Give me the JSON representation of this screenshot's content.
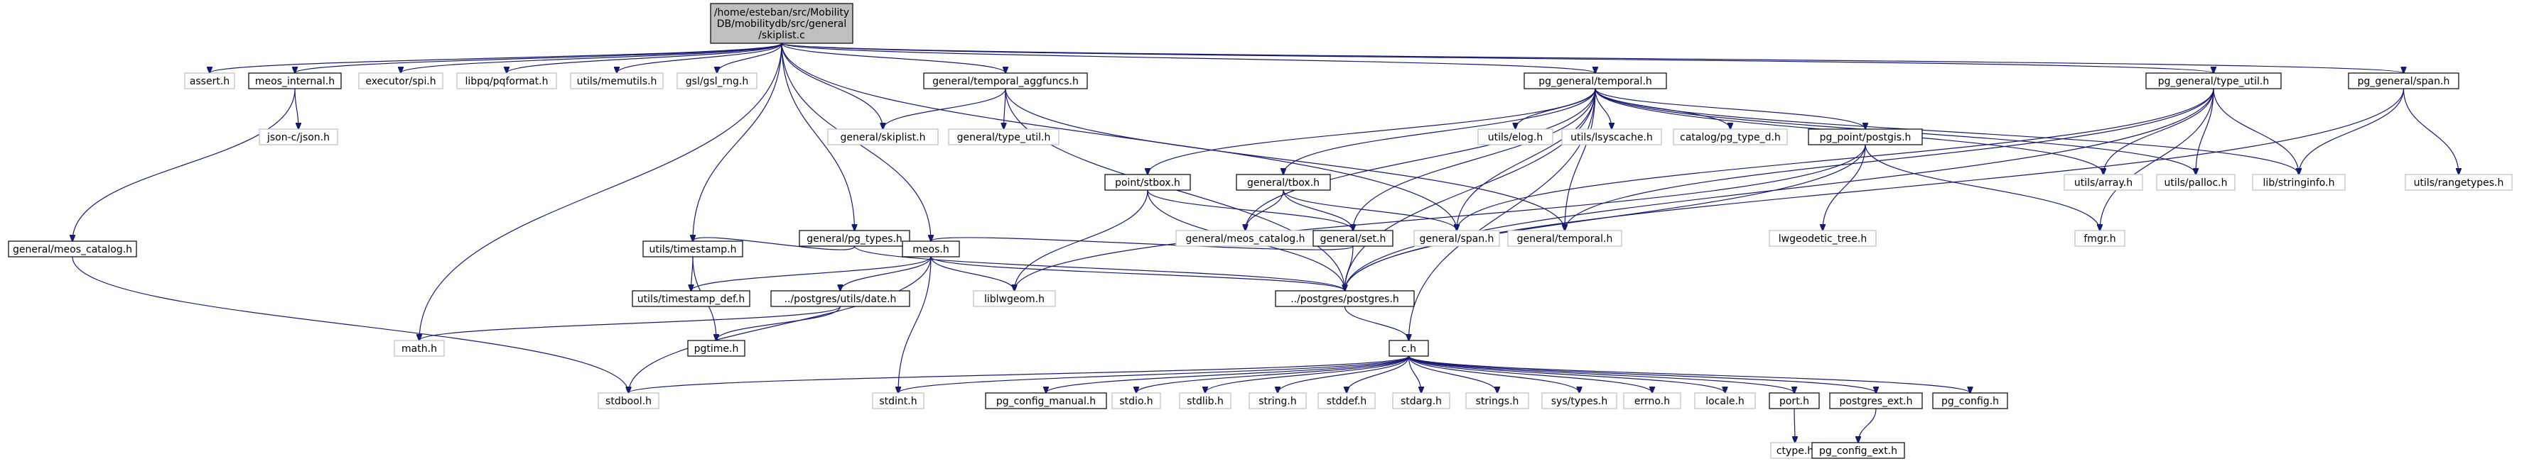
{
  "colors": {
    "edge_default": "#191970",
    "edge_dark": "#404040",
    "node_root_fill": "#bfbfbf",
    "node_black_stroke": "#000000",
    "node_gray_stroke": "#bfbfbf"
  },
  "nodes": [
    {
      "id": "skiplist_c",
      "lines": [
        "/home/esteban/src/Mobility",
        "DB/mobilitydb/src/general",
        "/skiplist.c"
      ],
      "style": "root"
    },
    {
      "id": "assert",
      "lines": [
        "assert.h"
      ],
      "style": "gray"
    },
    {
      "id": "meos_internal",
      "lines": [
        "meos_internal.h"
      ],
      "style": "black"
    },
    {
      "id": "executor_spi",
      "lines": [
        "executor/spi.h"
      ],
      "style": "gray"
    },
    {
      "id": "pqformat",
      "lines": [
        "libpq/pqformat.h"
      ],
      "style": "gray"
    },
    {
      "id": "memutils",
      "lines": [
        "utils/memutils.h"
      ],
      "style": "gray"
    },
    {
      "id": "gsl_rng",
      "lines": [
        "gsl/gsl_rng.h"
      ],
      "style": "gray"
    },
    {
      "id": "temporal_aggfuncs",
      "lines": [
        "general/temporal_aggfuncs.h"
      ],
      "style": "black"
    },
    {
      "id": "pg_temporal",
      "lines": [
        "pg_general/temporal.h"
      ],
      "style": "black"
    },
    {
      "id": "pg_type_util",
      "lines": [
        "pg_general/type_util.h"
      ],
      "style": "black"
    },
    {
      "id": "pg_span",
      "lines": [
        "pg_general/span.h"
      ],
      "style": "black"
    },
    {
      "id": "json_c",
      "lines": [
        "json-c/json.h"
      ],
      "style": "gray"
    },
    {
      "id": "skiplist_h",
      "lines": [
        "general/skiplist.h"
      ],
      "style": "gray"
    },
    {
      "id": "type_util",
      "lines": [
        "general/type_util.h"
      ],
      "style": "gray"
    },
    {
      "id": "point_stbox",
      "lines": [
        "point/stbox.h"
      ],
      "style": "black"
    },
    {
      "id": "general_tbox",
      "lines": [
        "general/tbox.h"
      ],
      "style": "black"
    },
    {
      "id": "utils_elog",
      "lines": [
        "utils/elog.h"
      ],
      "style": "gray"
    },
    {
      "id": "utils_lsyscache",
      "lines": [
        "utils/lsyscache.h"
      ],
      "style": "gray"
    },
    {
      "id": "catalog_pg_type_d",
      "lines": [
        "catalog/pg_type_d.h"
      ],
      "style": "gray"
    },
    {
      "id": "pg_point_postgis",
      "lines": [
        "pg_point/postgis.h"
      ],
      "style": "black"
    },
    {
      "id": "utils_array",
      "lines": [
        "utils/array.h"
      ],
      "style": "gray"
    },
    {
      "id": "utils_palloc",
      "lines": [
        "utils/palloc.h"
      ],
      "style": "gray"
    },
    {
      "id": "lib_stringinfo",
      "lines": [
        "lib/stringinfo.h"
      ],
      "style": "gray"
    },
    {
      "id": "utils_rangetypes",
      "lines": [
        "utils/rangetypes.h"
      ],
      "style": "gray"
    },
    {
      "id": "meos_catalog_gray",
      "lines": [
        "general/meos_catalog.h"
      ],
      "style": "gray"
    },
    {
      "id": "general_set",
      "lines": [
        "general/set.h"
      ],
      "style": "black"
    },
    {
      "id": "general_span",
      "lines": [
        "general/span.h"
      ],
      "style": "gray"
    },
    {
      "id": "general_temporal",
      "lines": [
        "general/temporal.h"
      ],
      "style": "gray"
    },
    {
      "id": "lwgeodetic_tree",
      "lines": [
        "lwgeodetic_tree.h"
      ],
      "style": "gray"
    },
    {
      "id": "fmgr",
      "lines": [
        "fmgr.h"
      ],
      "style": "gray"
    },
    {
      "id": "general_pg_types",
      "lines": [
        "general/pg_types.h"
      ],
      "style": "black"
    },
    {
      "id": "meos_catalog_black",
      "lines": [
        "general/meos_catalog.h"
      ],
      "style": "black"
    },
    {
      "id": "utils_timestamp",
      "lines": [
        "utils/timestamp.h"
      ],
      "style": "black"
    },
    {
      "id": "meos_h",
      "lines": [
        "meos.h"
      ],
      "style": "black"
    },
    {
      "id": "utils_timestamp_def",
      "lines": [
        "utils/timestamp_def.h"
      ],
      "style": "black"
    },
    {
      "id": "postgres_utils_date",
      "lines": [
        "../postgres/utils/date.h"
      ],
      "style": "black"
    },
    {
      "id": "liblwgeom",
      "lines": [
        "liblwgeom.h"
      ],
      "style": "gray"
    },
    {
      "id": "postgres_h",
      "lines": [
        "../postgres/postgres.h"
      ],
      "style": "black"
    },
    {
      "id": "math_h",
      "lines": [
        "math.h"
      ],
      "style": "gray"
    },
    {
      "id": "pgtime",
      "lines": [
        "pgtime.h"
      ],
      "style": "black"
    },
    {
      "id": "c_h",
      "lines": [
        "c.h"
      ],
      "style": "black"
    },
    {
      "id": "stdbool",
      "lines": [
        "stdbool.h"
      ],
      "style": "gray"
    },
    {
      "id": "stdint",
      "lines": [
        "stdint.h"
      ],
      "style": "gray"
    },
    {
      "id": "pg_config_manual",
      "lines": [
        "pg_config_manual.h"
      ],
      "style": "black"
    },
    {
      "id": "stdio",
      "lines": [
        "stdio.h"
      ],
      "style": "gray"
    },
    {
      "id": "stdlib",
      "lines": [
        "stdlib.h"
      ],
      "style": "gray"
    },
    {
      "id": "string_h",
      "lines": [
        "string.h"
      ],
      "style": "gray"
    },
    {
      "id": "stddef",
      "lines": [
        "stddef.h"
      ],
      "style": "gray"
    },
    {
      "id": "stdarg",
      "lines": [
        "stdarg.h"
      ],
      "style": "gray"
    },
    {
      "id": "strings_h",
      "lines": [
        "strings.h"
      ],
      "style": "gray"
    },
    {
      "id": "sys_types",
      "lines": [
        "sys/types.h"
      ],
      "style": "gray"
    },
    {
      "id": "errno",
      "lines": [
        "errno.h"
      ],
      "style": "gray"
    },
    {
      "id": "locale",
      "lines": [
        "locale.h"
      ],
      "style": "gray"
    },
    {
      "id": "port_h",
      "lines": [
        "port.h"
      ],
      "style": "black"
    },
    {
      "id": "postgres_ext",
      "lines": [
        "postgres_ext.h"
      ],
      "style": "black"
    },
    {
      "id": "pg_config",
      "lines": [
        "pg_config.h"
      ],
      "style": "black"
    },
    {
      "id": "ctype",
      "lines": [
        "ctype.h"
      ],
      "style": "gray"
    },
    {
      "id": "pg_config_ext",
      "lines": [
        "pg_config_ext.h"
      ],
      "style": "black"
    }
  ],
  "edges": [
    [
      "skiplist_c",
      "assert"
    ],
    [
      "skiplist_c",
      "meos_internal"
    ],
    [
      "skiplist_c",
      "executor_spi"
    ],
    [
      "skiplist_c",
      "pqformat"
    ],
    [
      "skiplist_c",
      "memutils"
    ],
    [
      "skiplist_c",
      "gsl_rng"
    ],
    [
      "skiplist_c",
      "temporal_aggfuncs"
    ],
    [
      "skiplist_c",
      "pg_temporal"
    ],
    [
      "skiplist_c",
      "pg_type_util"
    ],
    [
      "skiplist_c",
      "pg_span"
    ],
    [
      "skiplist_c",
      "skiplist_h"
    ],
    [
      "skiplist_c",
      "general_pg_types"
    ],
    [
      "skiplist_c",
      "utils_timestamp"
    ],
    [
      "skiplist_c",
      "meos_h"
    ],
    [
      "skiplist_c",
      "math_h"
    ],
    [
      "skiplist_c",
      "general_span"
    ],
    [
      "meos_internal",
      "json_c"
    ],
    [
      "meos_internal",
      "meos_catalog_black"
    ],
    [
      "temporal_aggfuncs",
      "skiplist_h"
    ],
    [
      "temporal_aggfuncs",
      "type_util"
    ],
    [
      "temporal_aggfuncs",
      "general_temporal"
    ],
    [
      "temporal_aggfuncs",
      "postgres_h"
    ],
    [
      "pg_temporal",
      "point_stbox"
    ],
    [
      "pg_temporal",
      "general_tbox"
    ],
    [
      "pg_temporal",
      "utils_elog"
    ],
    [
      "pg_temporal",
      "utils_lsyscache"
    ],
    [
      "pg_temporal",
      "catalog_pg_type_d"
    ],
    [
      "pg_temporal",
      "pg_point_postgis"
    ],
    [
      "pg_temporal",
      "utils_array"
    ],
    [
      "pg_temporal",
      "utils_palloc"
    ],
    [
      "pg_temporal",
      "lib_stringinfo"
    ],
    [
      "pg_temporal",
      "meos_catalog_gray"
    ],
    [
      "pg_temporal",
      "general_set"
    ],
    [
      "pg_temporal",
      "general_span"
    ],
    [
      "pg_temporal",
      "general_temporal"
    ],
    [
      "pg_temporal",
      "postgres_h"
    ],
    [
      "pg_temporal",
      "c_h"
    ],
    [
      "pg_type_util",
      "utils_array"
    ],
    [
      "pg_type_util",
      "utils_palloc"
    ],
    [
      "pg_type_util",
      "lib_stringinfo"
    ],
    [
      "pg_type_util",
      "general_span"
    ],
    [
      "pg_type_util",
      "general_temporal"
    ],
    [
      "pg_type_util",
      "fmgr"
    ],
    [
      "pg_type_util",
      "postgres_h"
    ],
    [
      "pg_span",
      "lib_stringinfo"
    ],
    [
      "pg_span",
      "utils_rangetypes"
    ],
    [
      "pg_span",
      "postgres_h"
    ],
    [
      "point_stbox",
      "general_set"
    ],
    [
      "point_stbox",
      "liblwgeom"
    ],
    [
      "point_stbox",
      "postgres_h"
    ],
    [
      "general_tbox",
      "meos_catalog_gray"
    ],
    [
      "general_tbox",
      "general_set"
    ],
    [
      "general_tbox",
      "general_span"
    ],
    [
      "pg_point_postgis",
      "lwgeodetic_tree"
    ],
    [
      "pg_point_postgis",
      "fmgr"
    ],
    [
      "pg_point_postgis",
      "liblwgeom"
    ],
    [
      "pg_point_postgis",
      "postgres_h"
    ],
    [
      "general_set",
      "meos_h"
    ],
    [
      "general_set",
      "postgres_h"
    ],
    [
      "general_pg_types",
      "utils_timestamp"
    ],
    [
      "general_pg_types",
      "postgres_h"
    ],
    [
      "meos_catalog_black",
      "stdbool"
    ],
    [
      "utils_timestamp",
      "utils_timestamp_def"
    ],
    [
      "utils_timestamp",
      "pgtime"
    ],
    [
      "meos_h",
      "utils_timestamp_def"
    ],
    [
      "meos_h",
      "postgres_utils_date"
    ],
    [
      "meos_h",
      "liblwgeom"
    ],
    [
      "meos_h",
      "stdbool"
    ],
    [
      "meos_h",
      "stdint"
    ],
    [
      "meos_h",
      "postgres_h"
    ],
    [
      "postgres_utils_date",
      "math_h"
    ],
    [
      "postgres_utils_date",
      "pgtime"
    ],
    [
      "postgres_h",
      "c_h"
    ],
    [
      "c_h",
      "stdbool"
    ],
    [
      "c_h",
      "stdint"
    ],
    [
      "c_h",
      "pg_config_manual"
    ],
    [
      "c_h",
      "stdio"
    ],
    [
      "c_h",
      "stdlib"
    ],
    [
      "c_h",
      "string_h"
    ],
    [
      "c_h",
      "stddef"
    ],
    [
      "c_h",
      "stdarg"
    ],
    [
      "c_h",
      "strings_h"
    ],
    [
      "c_h",
      "sys_types"
    ],
    [
      "c_h",
      "errno"
    ],
    [
      "c_h",
      "locale"
    ],
    [
      "c_h",
      "port_h"
    ],
    [
      "c_h",
      "postgres_ext"
    ],
    [
      "c_h",
      "pg_config"
    ],
    [
      "port_h",
      "ctype"
    ],
    [
      "postgres_ext",
      "pg_config_ext"
    ]
  ]
}
